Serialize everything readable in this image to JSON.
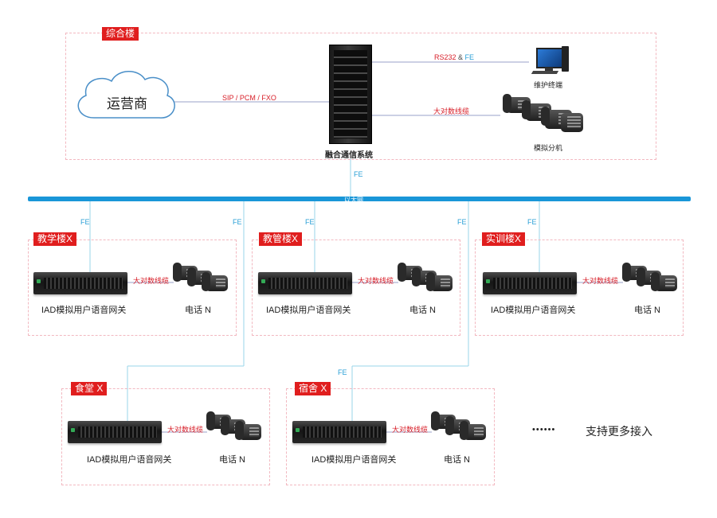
{
  "diagram": {
    "top_zone": {
      "tag": "综合楼",
      "cloud_label": "运营商",
      "carrier_link_label": "SIP / PCM / FXO",
      "system_label": "融合通信系统",
      "maintenance_link": {
        "red": "RS232",
        "amp": " & ",
        "blue": "FE"
      },
      "terminal_label": "维护终端",
      "analog_link_label": "大对数线缆",
      "analog_ext_label": "模拟分机"
    },
    "uplink_label": "FE",
    "ethernet_label": "以太网",
    "branch_labels": [
      "FE",
      "FE",
      "FE",
      "FE",
      "FE"
    ],
    "floor_link_label": "FE",
    "buildings": [
      {
        "tag": "教学楼X",
        "gateway_label": "IAD模拟用户语音网关",
        "cable_label": "大对数线缆",
        "phone_label": "电话 N"
      },
      {
        "tag": "教管楼X",
        "gateway_label": "IAD模拟用户语音网关",
        "cable_label": "大对数线缆",
        "phone_label": "电话 N"
      },
      {
        "tag": "实训楼X",
        "gateway_label": "IAD模拟用户语音网关",
        "cable_label": "大对数线缆",
        "phone_label": "电话 N"
      },
      {
        "tag": "食堂 X",
        "gateway_label": "IAD模拟用户语音网关",
        "cable_label": "大对数线缆",
        "phone_label": "电话 N"
      },
      {
        "tag": "宿舍 X",
        "gateway_label": "IAD模拟用户语音网关",
        "cable_label": "大对数线缆",
        "phone_label": "电话 N"
      }
    ],
    "more_dots": "• • • • • •",
    "more_text": "支持更多接入",
    "colors": {
      "ethernet": "#1996d8",
      "tag_bg": "#e01e1e",
      "zone_border": "#f2b8c0",
      "link_red": "#d8202a",
      "link_blue": "#2a9fd6"
    }
  }
}
